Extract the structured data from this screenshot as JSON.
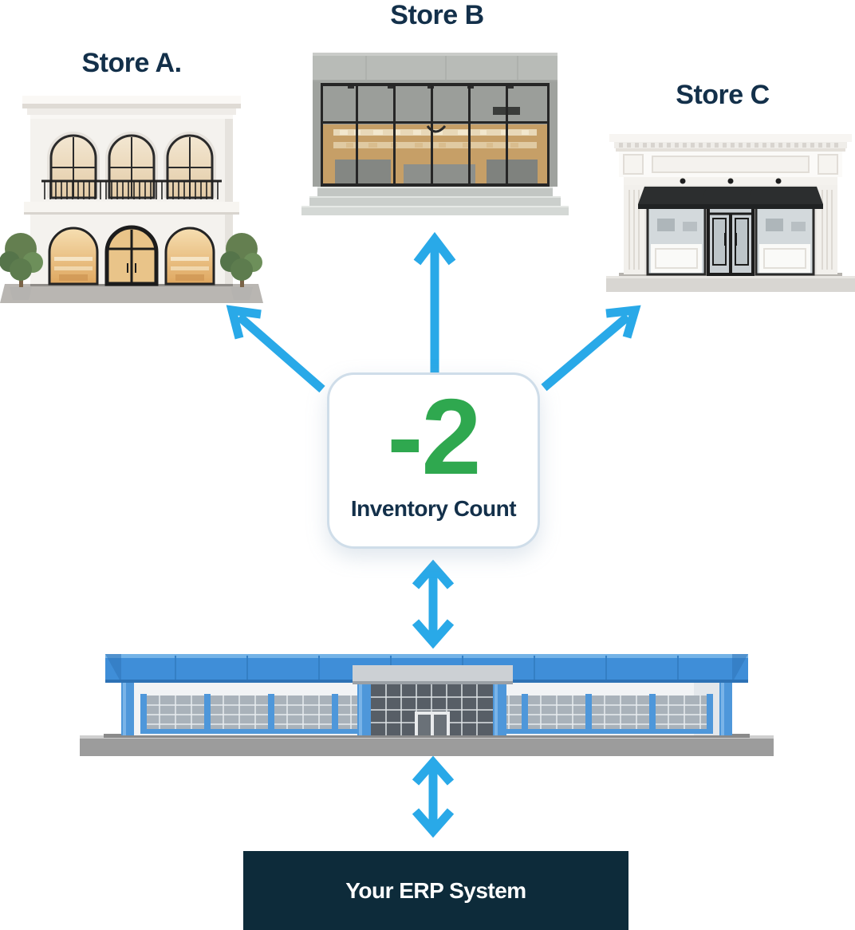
{
  "diagram": {
    "stores": [
      {
        "id": "store-a",
        "label": "Store A."
      },
      {
        "id": "store-b",
        "label": "Store B"
      },
      {
        "id": "store-c",
        "label": "Store C"
      }
    ],
    "inventory_card": {
      "count": "-2",
      "label": "Inventory Count"
    },
    "erp_box": {
      "label": "Your ERP System"
    },
    "arrows": [
      {
        "id": "arrow-card-to-store-a",
        "type": "single-head",
        "direction": "up-left"
      },
      {
        "id": "arrow-card-to-store-b",
        "type": "single-head",
        "direction": "up"
      },
      {
        "id": "arrow-card-to-store-c",
        "type": "single-head",
        "direction": "up-right"
      },
      {
        "id": "arrow-card-warehouse",
        "type": "double-head",
        "direction": "vertical"
      },
      {
        "id": "arrow-warehouse-erp",
        "type": "double-head",
        "direction": "vertical"
      }
    ]
  },
  "colors": {
    "arrow_blue": "#29a9e8",
    "count_green": "#2fa84f",
    "label_navy": "#13304a",
    "card_background": "#ffffff",
    "card_border": "#cfdde9",
    "erp_background": "#0d2b3a",
    "erp_text": "#ffffff",
    "warehouse_blue": "#3f8ed8"
  }
}
